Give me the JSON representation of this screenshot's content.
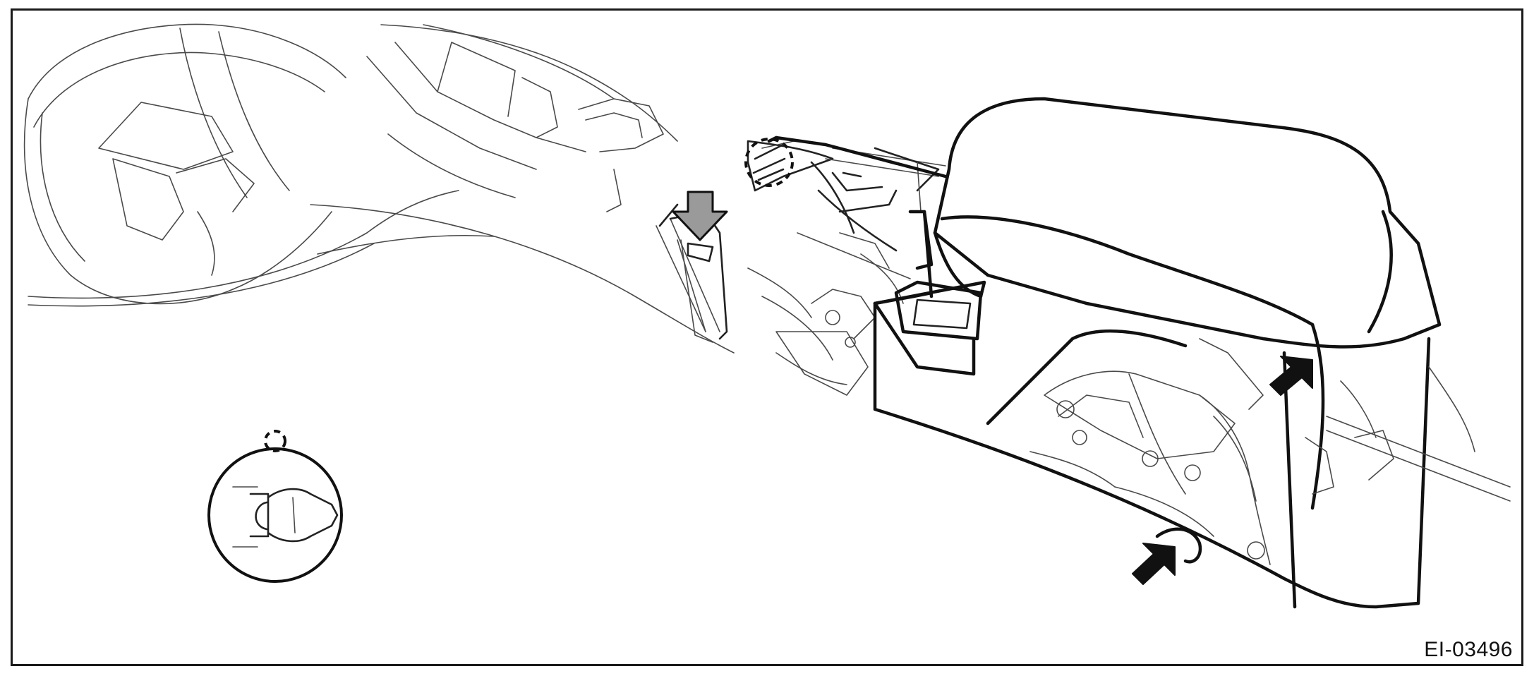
{
  "figure": {
    "id_label": "EI-03496"
  },
  "colors": {
    "line": "#111111",
    "fine_line": "#4a4a4a",
    "insert_arrow": "#9a9a9a",
    "clip_arrow": "#111111",
    "background": "#ffffff"
  },
  "icons": {
    "steering_wheel": "steering-wheel-outline",
    "insert_arrow": "down-arrow-gray",
    "clip_arrows": "solid-arrow-black",
    "clip_marker": "dashed-circle",
    "clip_detail": "push-clip-detail"
  }
}
